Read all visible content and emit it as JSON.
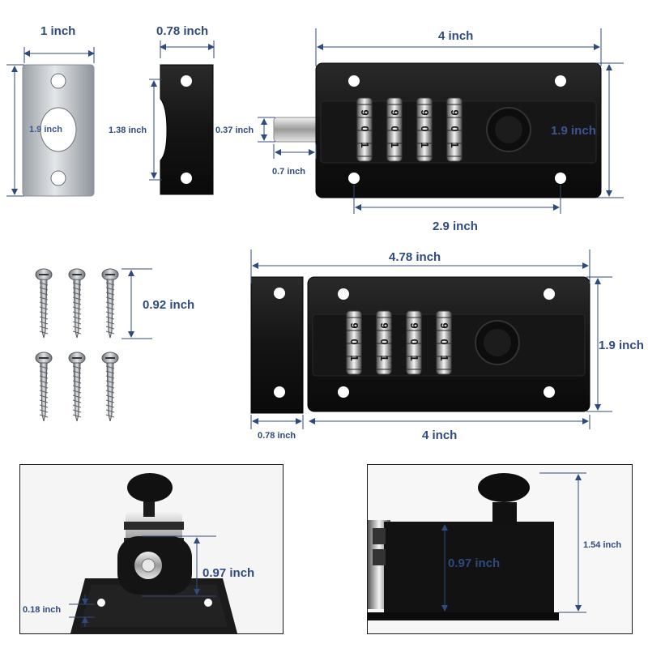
{
  "accent_color": "#2f4a7e",
  "dimensions": {
    "strike_plate_width": "1 inch",
    "strike_plate_height": "1.9 inch",
    "keeper_width": "0.78 inch",
    "keeper_height": "1.38 inch",
    "bolt_diameter": "0.37 inch",
    "bolt_extension": "0.7 inch",
    "lock_length": "4 inch",
    "lock_height": "1.9 inch",
    "hole_spacing": "2.9 inch",
    "screw_length": "0.92 inch",
    "assembled_length": "4.78 inch",
    "assembled_height": "1.9 inch",
    "assembled_keeper_width": "0.78 inch",
    "assembled_body_length": "4 inch",
    "keeper_depth": "0.97 inch",
    "base_thickness": "0.18 inch",
    "body_depth": "0.97 inch",
    "total_depth": "1.54 inch"
  },
  "dial_digits": [
    "9",
    "0",
    "1"
  ],
  "screw_count": 6
}
